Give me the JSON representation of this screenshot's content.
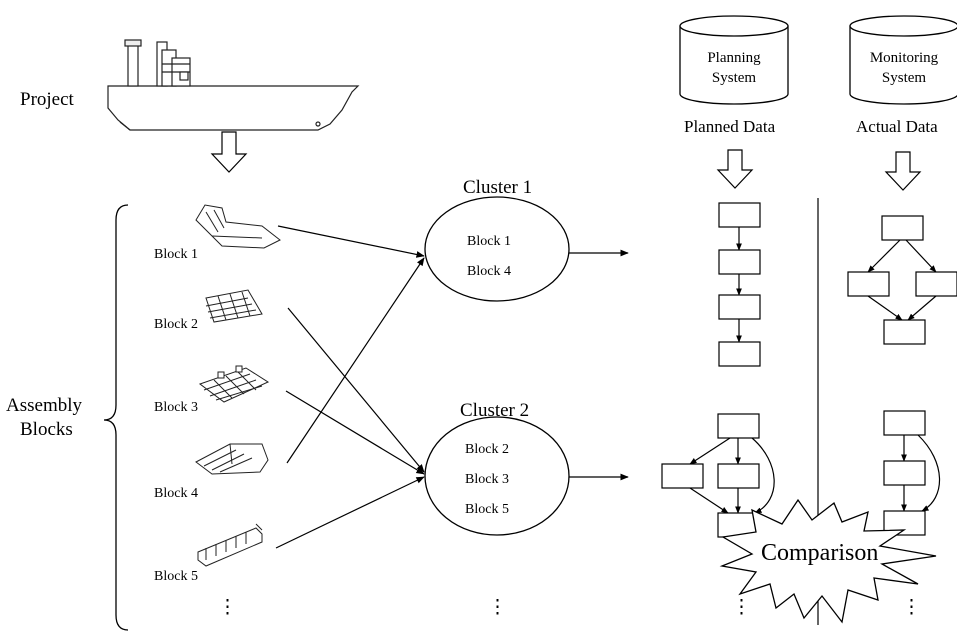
{
  "project": {
    "label": "Project"
  },
  "assembly": {
    "label_line1": "Assembly",
    "label_line2": "Blocks"
  },
  "blocks": [
    {
      "label": "Block 1"
    },
    {
      "label": "Block 2"
    },
    {
      "label": "Block 3"
    },
    {
      "label": "Block 4"
    },
    {
      "label": "Block 5"
    }
  ],
  "clusters": [
    {
      "title": "Cluster 1",
      "items": [
        "Block 1",
        "Block 4"
      ]
    },
    {
      "title": "Cluster 2",
      "items": [
        "Block 2",
        "Block 3",
        "Block 5"
      ]
    }
  ],
  "planning_db": {
    "line1": "Planning",
    "line2": "System",
    "output": "Planned Data"
  },
  "monitoring_db": {
    "line1": "Monitoring",
    "line2": "System",
    "output": "Actual Data"
  },
  "comparison": {
    "label": "Comparison"
  },
  "ellipsis": "⋮"
}
